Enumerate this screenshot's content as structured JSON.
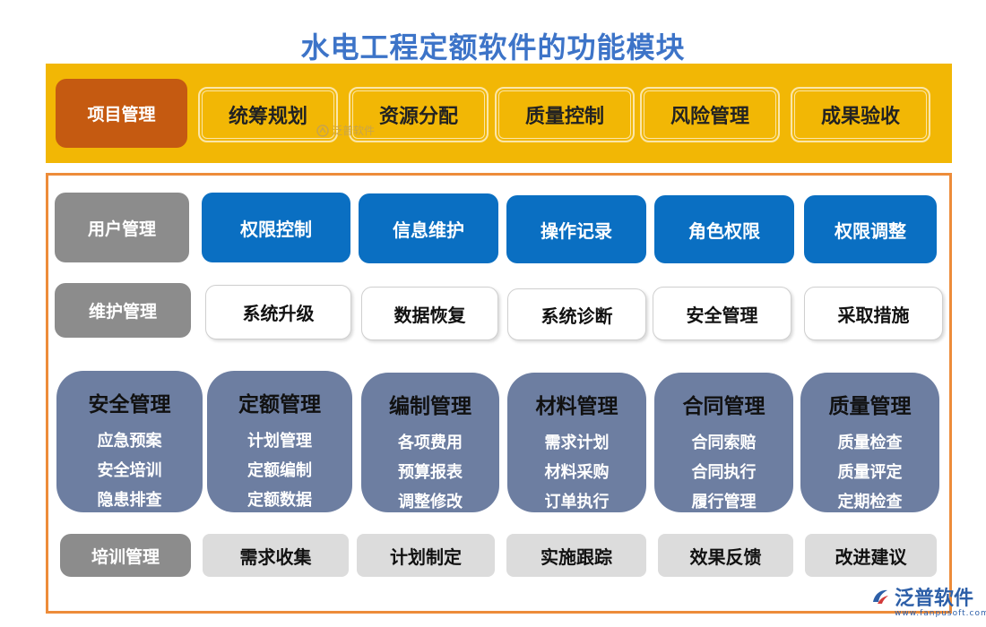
{
  "title": "水电工程定额软件的功能模块",
  "top_row": {
    "lead": "项目管理",
    "items": [
      "统筹规划",
      "资源分配",
      "质量控制",
      "风险管理",
      "成果验收"
    ]
  },
  "row_user": {
    "lead": "用户管理",
    "items": [
      "权限控制",
      "信息维护",
      "操作记录",
      "角色权限",
      "权限调整"
    ]
  },
  "row_maint": {
    "lead": "维护管理",
    "items": [
      "系统升级",
      "数据恢复",
      "系统诊断",
      "安全管理",
      "采取措施"
    ]
  },
  "modules": [
    {
      "title": "安全管理",
      "subs": [
        "应急预案",
        "安全培训",
        "隐患排查"
      ]
    },
    {
      "title": "定额管理",
      "subs": [
        "计划管理",
        "定额编制",
        "定额数据"
      ]
    },
    {
      "title": "编制管理",
      "subs": [
        "各项费用",
        "预算报表",
        "调整修改"
      ]
    },
    {
      "title": "材料管理",
      "subs": [
        "需求计划",
        "材料采购",
        "订单执行"
      ]
    },
    {
      "title": "合同管理",
      "subs": [
        "合同索赔",
        "合同执行",
        "履行管理"
      ]
    },
    {
      "title": "质量管理",
      "subs": [
        "质量检查",
        "质量评定",
        "定期检查"
      ]
    }
  ],
  "row_train": {
    "lead": "培训管理",
    "items": [
      "需求收集",
      "计划制定",
      "实施跟踪",
      "效果反馈",
      "改进建议"
    ]
  },
  "watermark": "泛普软件",
  "logo": {
    "name": "泛普软件",
    "url": "www.fanpusoft.com",
    "icon": "fanpu-logo-icon"
  },
  "colors": {
    "title": "#3d74c8",
    "band": "#f2b705",
    "lead_orange": "#c55a11",
    "frame": "#ed8c3a",
    "blue": "#0a6fc2",
    "slate": "#6d7ea1",
    "gray": "#8c8c8c"
  }
}
